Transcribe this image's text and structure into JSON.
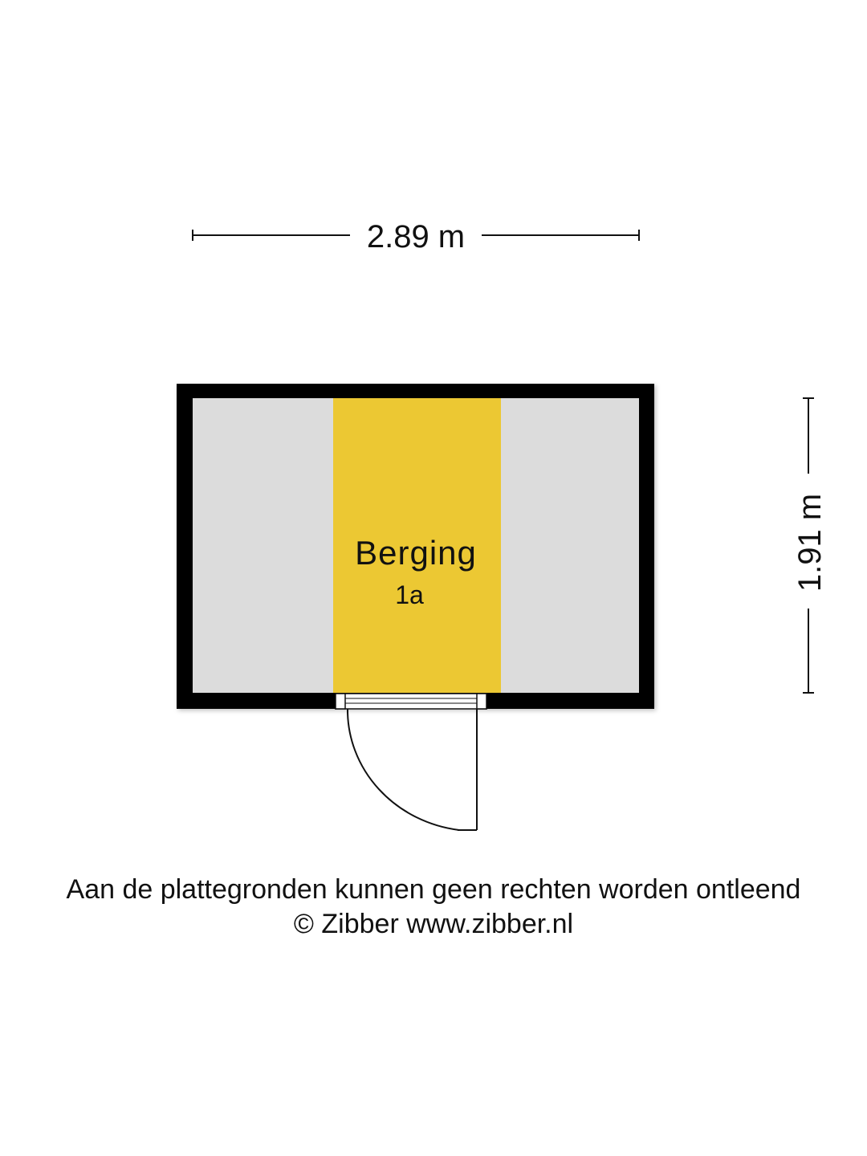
{
  "dimensions": {
    "width_label": "2.89 m",
    "height_label": "1.91 m"
  },
  "room": {
    "name": "Berging",
    "code": "1a"
  },
  "disclaimer": {
    "line1": "Aan de plattegronden kunnen geen rechten worden ontleend",
    "line2": "© Zibber www.zibber.nl"
  },
  "colors": {
    "wall": "#000000",
    "floor": "#dcdcdc",
    "room_highlight": "#ecc833",
    "line": "#111111"
  }
}
